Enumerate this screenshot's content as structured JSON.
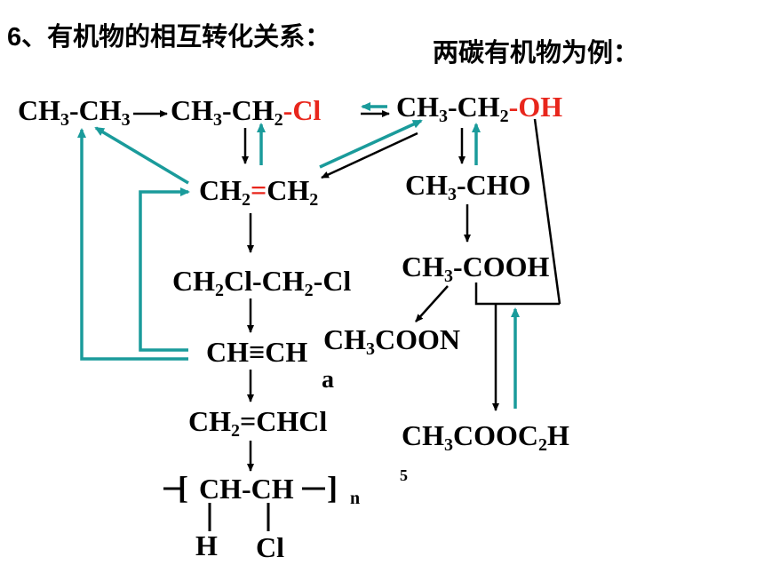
{
  "title": {
    "main": "6、有机物的相互转化关系：",
    "example": "两碳有机物为例："
  },
  "formulas": {
    "ethane": {
      "a": "CH",
      "s1": "3",
      "b": "-CH",
      "s2": "3"
    },
    "chloroethane": {
      "a": "CH",
      "s1": "3",
      "b": "-CH",
      "s2": "2",
      "red": "-Cl"
    },
    "ethanol": {
      "a": "CH",
      "s1": "3",
      "b": "-CH",
      "s2": "2",
      "red": "-OH"
    },
    "ethylene": {
      "a": "CH",
      "s1": "2",
      "red": "=",
      "b": "CH",
      "s2": "2"
    },
    "acetaldehyde": {
      "a": "CH",
      "s1": "3",
      "b": "-CHO"
    },
    "acetic_acid": {
      "a": "CH",
      "s1": "3",
      "b": "-COOH"
    },
    "dichloroethane": {
      "a": "CH",
      "s1": "2",
      "b": "Cl-CH",
      "s2": "2",
      "c": "-Cl"
    },
    "acetylene": {
      "text": "CH≡CH"
    },
    "sodium_acetate": {
      "a": "CH",
      "s1": "3",
      "b": "COON",
      "tail": "a"
    },
    "vinyl_chloride": {
      "a": "CH",
      "s1": "2",
      "b": "=CHCl"
    },
    "ethyl_acetate": {
      "a": "CH",
      "s1": "3",
      "b": "COOC",
      "s2": "2",
      "c": "H",
      "tail": "5"
    },
    "pvc": {
      "bracket_l": "[",
      "main": "CH-CH",
      "bracket_r": "]",
      "n": "n",
      "h": "H",
      "cl": "Cl"
    }
  },
  "colors": {
    "black_arrow": "#000000",
    "teal_arrow": "#1a9b9b",
    "red_text": "#e8261c"
  }
}
